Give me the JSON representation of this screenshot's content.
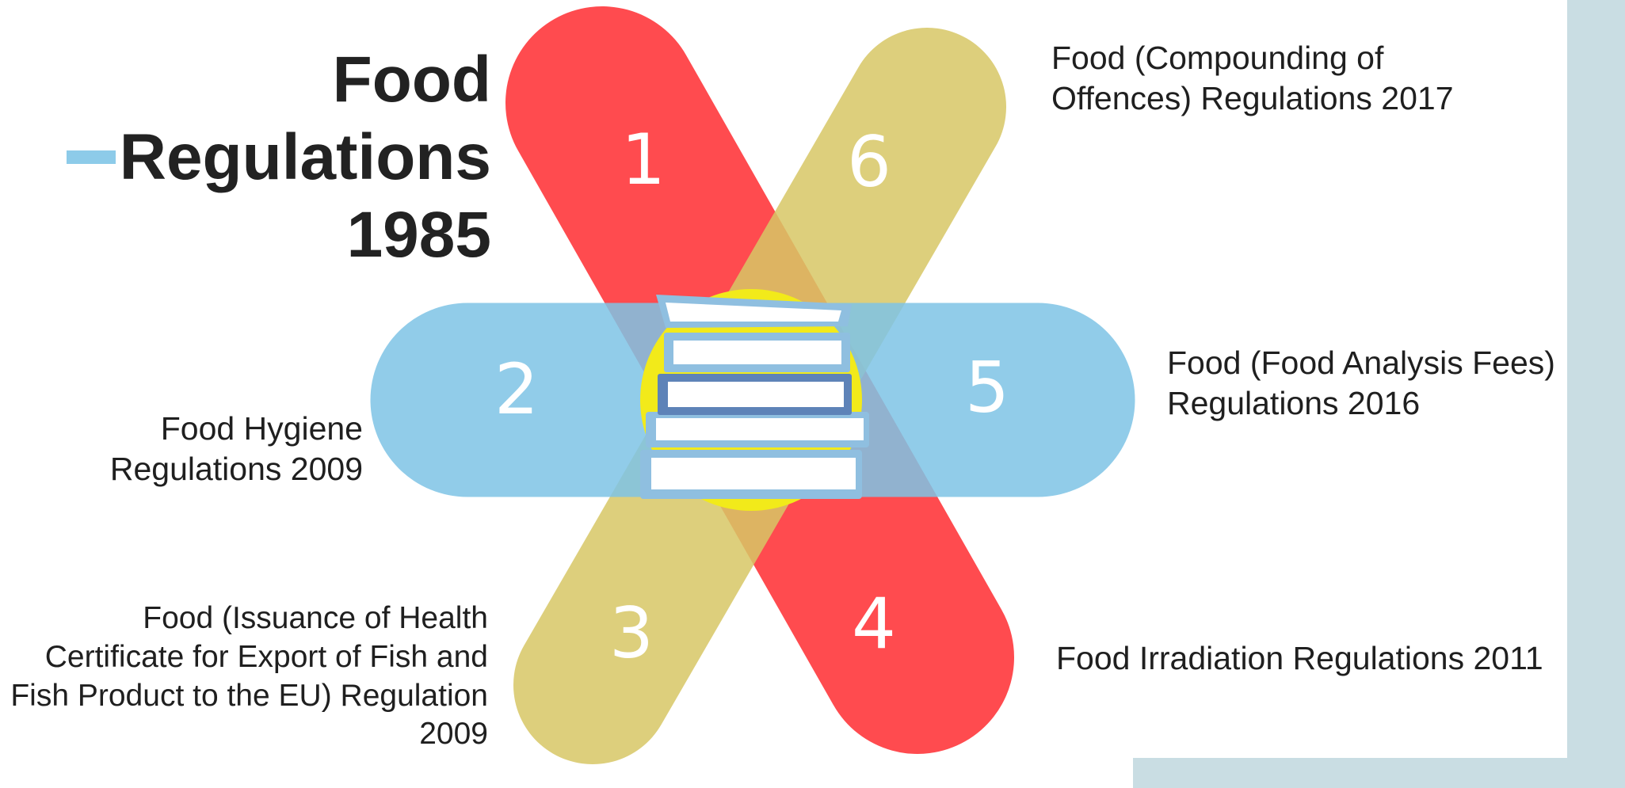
{
  "title": {
    "line1": "Food",
    "line2": "Regulations",
    "line3": "1985"
  },
  "items": [
    {
      "number": "1",
      "label": ""
    },
    {
      "number": "2",
      "label": "Food Hygiene Regulations 2009"
    },
    {
      "number": "3",
      "label": "Food (Issuance of Health Certificate for Export of Fish and Fish Product to the EU) Regulation 2009"
    },
    {
      "number": "4",
      "label": "Food Irradiation Regulations 2011"
    },
    {
      "number": "5",
      "label": "Food (Food Analysis Fees) Regulations 2016"
    },
    {
      "number": "6",
      "label": "Food (Compounding of Offences) Regulations 2017"
    }
  ],
  "colors": {
    "red_band": "#ff4b4f",
    "olive_band": "#d8c766",
    "blue_band": "#7ec4e6",
    "center_circle": "#f2ea1a",
    "accent_line": "#8dcbe9",
    "side_panel": "#c9dde3",
    "book_blue": "#8fbfe0",
    "book_dark": "#5e83b8",
    "book_page": "#ffffff"
  },
  "icons": {
    "center": "book-stack-icon"
  }
}
